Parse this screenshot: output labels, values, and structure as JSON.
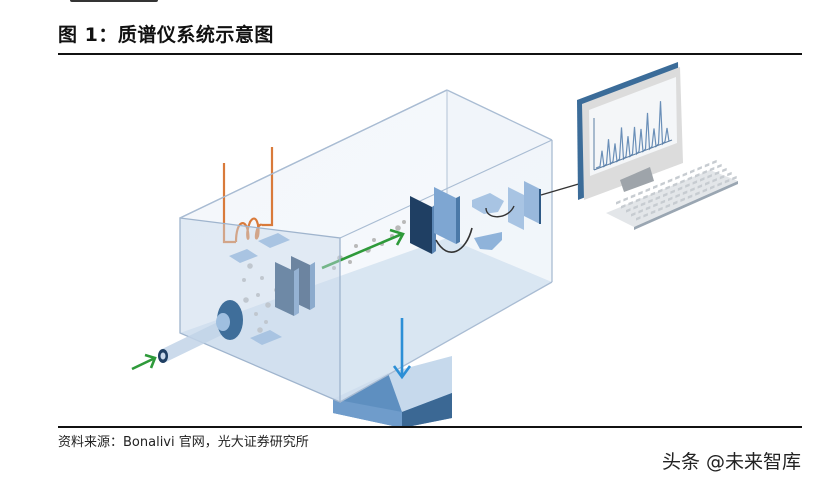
{
  "figure": {
    "title": "图 1：质谱仪系统示意图",
    "source": "资料来源：Bonalivi 官网，光大证券研究所",
    "watermark": "头条 @未来智库"
  },
  "diagram": {
    "subject": "mass-spectrometer-system",
    "components": [
      {
        "name": "sample-inlet",
        "color": "#3f6e9a"
      },
      {
        "name": "heating-filament",
        "color": "#d97a3a"
      },
      {
        "name": "ion-source",
        "color": "#9fbfe0"
      },
      {
        "name": "accelerating-plates",
        "color": "#1f3f63"
      },
      {
        "name": "mass-analyzer",
        "color": "#6d95c4"
      },
      {
        "name": "detector",
        "color": "#9fbfe0"
      },
      {
        "name": "vacuum-pump",
        "color": "#4b79a8"
      },
      {
        "name": "computer",
        "color": "#3b6c99"
      }
    ],
    "arrows": [
      {
        "name": "sample-in-arrow",
        "color": "#2e9a3a"
      },
      {
        "name": "ion-beam-arrow",
        "color": "#2e9a3a"
      },
      {
        "name": "vacuum-arrow",
        "color": "#2c8fd6"
      }
    ],
    "spectrum_peaks": [
      0.35,
      0.55,
      0.4,
      0.7,
      0.45,
      0.6,
      0.5,
      0.8,
      0.4,
      0.95,
      0.3
    ]
  }
}
